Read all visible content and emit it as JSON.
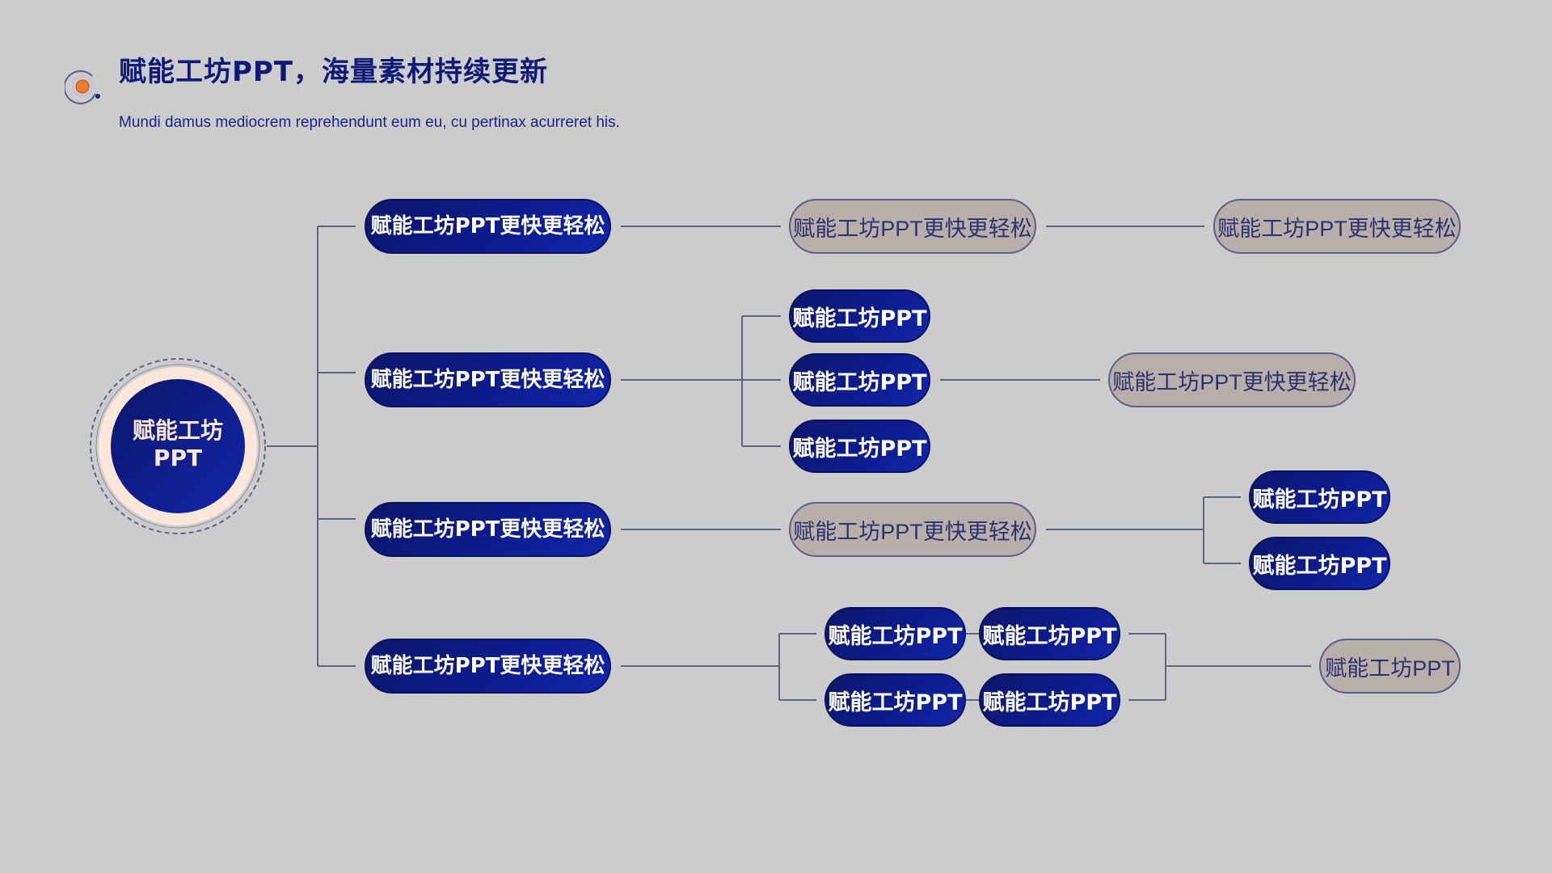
{
  "header": {
    "title": "赋能工坊PPT，海量素材持续更新",
    "subtitle": "Mundi damus mediocrem reprehendunt eum eu, cu pertinax acurreret his.",
    "logo_icon": "target-dot-icon"
  },
  "colors": {
    "background": "#cccccc",
    "dark_node": "#0d1d90",
    "beige_node": "#b8aeaa",
    "connector": "#5e6480",
    "accent": "#f07b2a"
  },
  "mindmap": {
    "root": {
      "label_line1": "赋能工坊",
      "label_line2": "PPT"
    },
    "branches": [
      {
        "label": "赋能工坊PPT更快更轻松",
        "level2": "赋能工坊PPT更快更轻松",
        "level3": "赋能工坊PPT更快更轻松"
      },
      {
        "label": "赋能工坊PPT更快更轻松",
        "children": [
          "赋能工坊PPT",
          "赋能工坊PPT",
          "赋能工坊PPT"
        ],
        "leaf": "赋能工坊PPT更快更轻松"
      },
      {
        "label": "赋能工坊PPT更快更轻松",
        "level2": "赋能工坊PPT更快更轻松",
        "children": [
          "赋能工坊PPT",
          "赋能工坊PPT"
        ]
      },
      {
        "label": "赋能工坊PPT更快更轻松",
        "pairs": [
          [
            "赋能工坊PPT",
            "赋能工坊PPT"
          ],
          [
            "赋能工坊PPT",
            "赋能工坊PPT"
          ]
        ],
        "leaf": "赋能工坊PPT"
      }
    ]
  }
}
